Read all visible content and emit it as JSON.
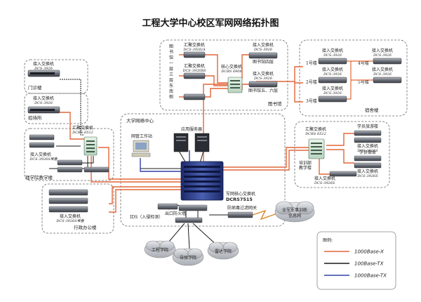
{
  "title": "工程大学中心校区军网网络拓扑图",
  "zones": {
    "gate": "门诊楼",
    "clinic": "招待所",
    "library": "图书馆",
    "dorm": "宿舍楼",
    "teaching": "理学院教学楼",
    "office": "行政办公楼",
    "center": "大学网络中心"
  },
  "nodes": {
    "gate_switch": [
      "接入交换机",
      "DCS-3926"
    ],
    "clinic_switch": [
      "接入交换机",
      "DCS-3926"
    ],
    "lib_vertical": "图书馆一层三层东南侧",
    "lib_agg1": [
      "汇聚交换机",
      "DCS-3926/A"
    ],
    "lib_agg2": [
      "汇聚交换机",
      "DCS-3926RS"
    ],
    "lib_core": [
      "核心交换机",
      "DCRS 6908"
    ],
    "lib_access1": [
      "接入交换机",
      "DCS-3926"
    ],
    "lib_access1_note": "图书馆四层",
    "lib_access2": [
      "接入交换机",
      "DCS-3926"
    ],
    "lib_access2_note": "图书馆五、六层",
    "dorm1": [
      "接入交换机",
      "DCS-3926"
    ],
    "dorm1_label": "1号楼",
    "dorm2": [
      "接入交换机",
      "DCS-3926"
    ],
    "dorm2_label": "2号楼",
    "dorm3": [
      "接入交换机",
      "DCS-3926"
    ],
    "dorm3_label": "3号楼",
    "dorm4": [
      "接入交换机",
      "DCS-3926"
    ],
    "dorm4_label": "4号楼",
    "dorm5": [
      "接入交换机",
      "DCS-3926"
    ],
    "dorm5_label": "5号楼",
    "teach_agg": [
      "汇聚交换机",
      "DCRS-6512"
    ],
    "teach_access": [
      "接入交换机",
      "DCS-3926S堆叠"
    ],
    "office_access": [
      "接入交换机",
      "DCS-3926S堆叠"
    ],
    "mgmt_station": "网管工作站",
    "app_servers": "应用服务器",
    "core": [
      "军网核心交换机",
      "DCRS7515"
    ],
    "ids": "IDS（入侵检测）",
    "firewall": "出口防火墙",
    "antivirus": "防病毒过滤网关",
    "cloud_military": [
      "全军军事训练",
      "信息网"
    ],
    "cloud_eng": "工程学院",
    "cloud_nav": "导弹学院",
    "cloud_radar": "雷达学院",
    "right_agg": [
      "汇聚交换机",
      "DCRS-6512"
    ],
    "right_train": [
      "培训部",
      "教学楼"
    ],
    "right_access_train": [
      "接入交换机",
      "DCS-3926S"
    ],
    "right_lecture": [
      "学员旅游楼",
      "接入交换机",
      "DCS-3926S"
    ],
    "right_dorm": [
      "学员宿舍",
      "接入交换机",
      "DCS-3926S"
    ]
  },
  "legend": {
    "title": "图例:",
    "items": [
      {
        "label": "1000Base-X",
        "color": "#e2663a"
      },
      {
        "label": "100Base-TX",
        "color": "#1a1a1a"
      },
      {
        "label": "1000Base-TX",
        "color": "#3440a8"
      }
    ]
  }
}
